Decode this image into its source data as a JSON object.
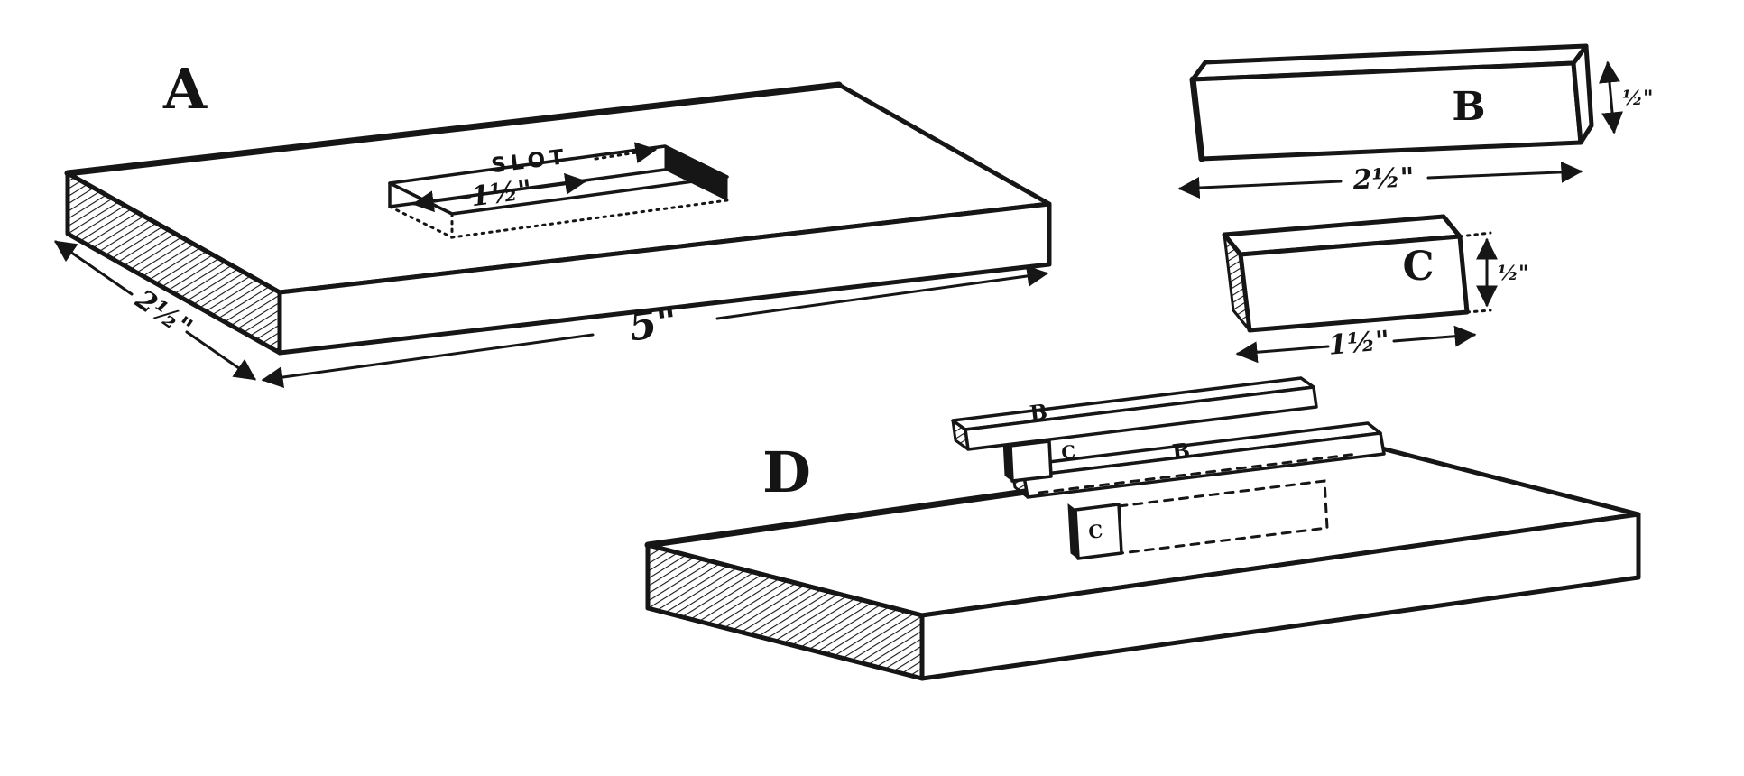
{
  "colors": {
    "ink": "#161616",
    "paper": "#ffffff"
  },
  "parts": {
    "a": {
      "label": "A",
      "slot_text": "SLOT",
      "slot_width": "1½\"",
      "width_dim": "2½\"",
      "length_dim": "5\""
    },
    "b": {
      "label": "B",
      "length_dim": "2½\"",
      "thickness_dim": "½\""
    },
    "c": {
      "label": "C",
      "length_dim": "1½\"",
      "thickness_dim": "½\""
    },
    "d": {
      "label": "D",
      "callouts": {
        "bar1": "B",
        "spacer1": "C",
        "bar2": "B",
        "spacer2": "C"
      }
    }
  }
}
